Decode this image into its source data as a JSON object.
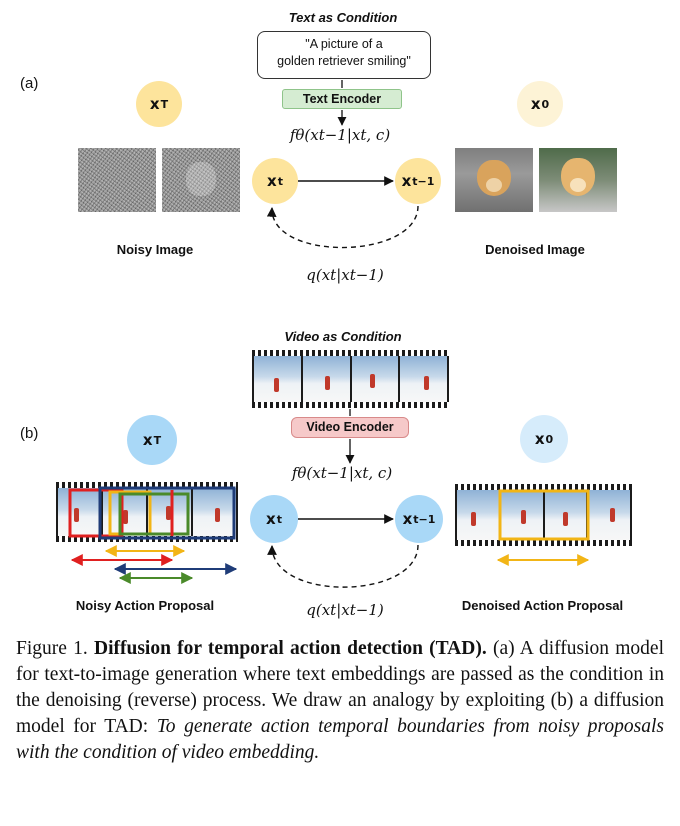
{
  "panel_a": {
    "label": "(a)",
    "condition_title": "Text as Condition",
    "prompt_line1": "\"A picture of a",
    "prompt_line2": "golden retriever smiling\"",
    "encoder": "Text Encoder",
    "node_xT": "x",
    "node_xT_sub": "T",
    "node_x0": "x",
    "node_x0_sub": "0",
    "node_xt": "x",
    "node_xt_sub": "t",
    "node_xt1": "x",
    "node_xt1_sub": "t−1",
    "forward_eq": "fθ(xt−1|xt, c)",
    "reverse_eq": "q(xt|xt−1)",
    "left_caption": "Noisy Image",
    "right_caption": "Denoised Image"
  },
  "panel_b": {
    "label": "(b)",
    "condition_title": "Video as Condition",
    "encoder": "Video Encoder",
    "node_xT": "x",
    "node_xT_sub": "T",
    "node_x0": "x",
    "node_x0_sub": "0",
    "node_xt": "x",
    "node_xt_sub": "t",
    "node_xt1": "x",
    "node_xt1_sub": "t−1",
    "forward_eq": "fθ(xt−1|xt, c)",
    "reverse_eq": "q(xt|xt−1)",
    "left_caption": "Noisy Action Proposal",
    "right_caption": "Denoised Action Proposal"
  },
  "caption": {
    "prefix": "Figure 1. ",
    "bold": "Diffusion for temporal action detection (TAD).",
    "body": " (a) A diffusion model for text-to-image generation where text embeddings are passed as the condition in the denoising (reverse) process. We draw an analogy by exploiting (b) a diffusion model for TAD: ",
    "italic": "To generate action temporal boundaries from noisy proposals with the condition of video embedding."
  },
  "colors": {
    "node_yellow": "#fde49c",
    "node_light_yellow": "#fdf3d6",
    "node_blue": "#a9d8f7",
    "node_light_blue": "#d6ecfb",
    "text_encoder": "#d5ecd2",
    "video_encoder": "#f6c9c9",
    "proposal_red": "#e02020",
    "proposal_yellow": "#f2b516",
    "proposal_navy": "#1f3c78",
    "proposal_green": "#4a8a2a"
  }
}
